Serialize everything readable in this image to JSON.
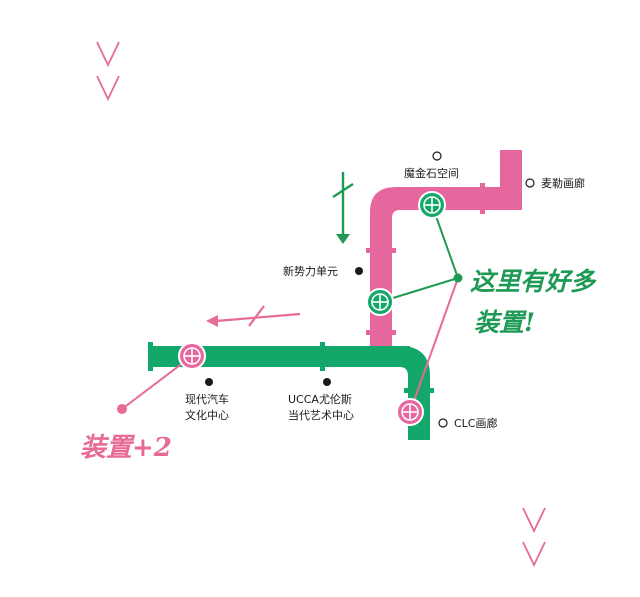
{
  "colors": {
    "green_pipe": "#13a86a",
    "pink_pipe": "#e6679d",
    "green_ink": "#1f9a55",
    "pink_ink": "#e86a97",
    "text": "#1a1a1a"
  },
  "stations": {
    "moshen": "魔金石空间",
    "maile": "麦勒画廊",
    "xinshili": "新势力单元",
    "xiandai_line1": "现代汽车",
    "xiandai_line2": "文化中心",
    "ucca_line1": "UCCA尤伦斯",
    "ucca_line2": "当代艺术中心",
    "clc": "CLC画廊"
  },
  "annotations": {
    "green_note_line1": "这里有好多",
    "green_note_line2": "装置!",
    "pink_note": "装置+2"
  },
  "icons": {
    "down_arrow": "arrow-down-icon",
    "left_arrow": "arrow-left-icon",
    "chevrons": "double-chevron-icon",
    "valve": "valve-wheel-icon"
  }
}
